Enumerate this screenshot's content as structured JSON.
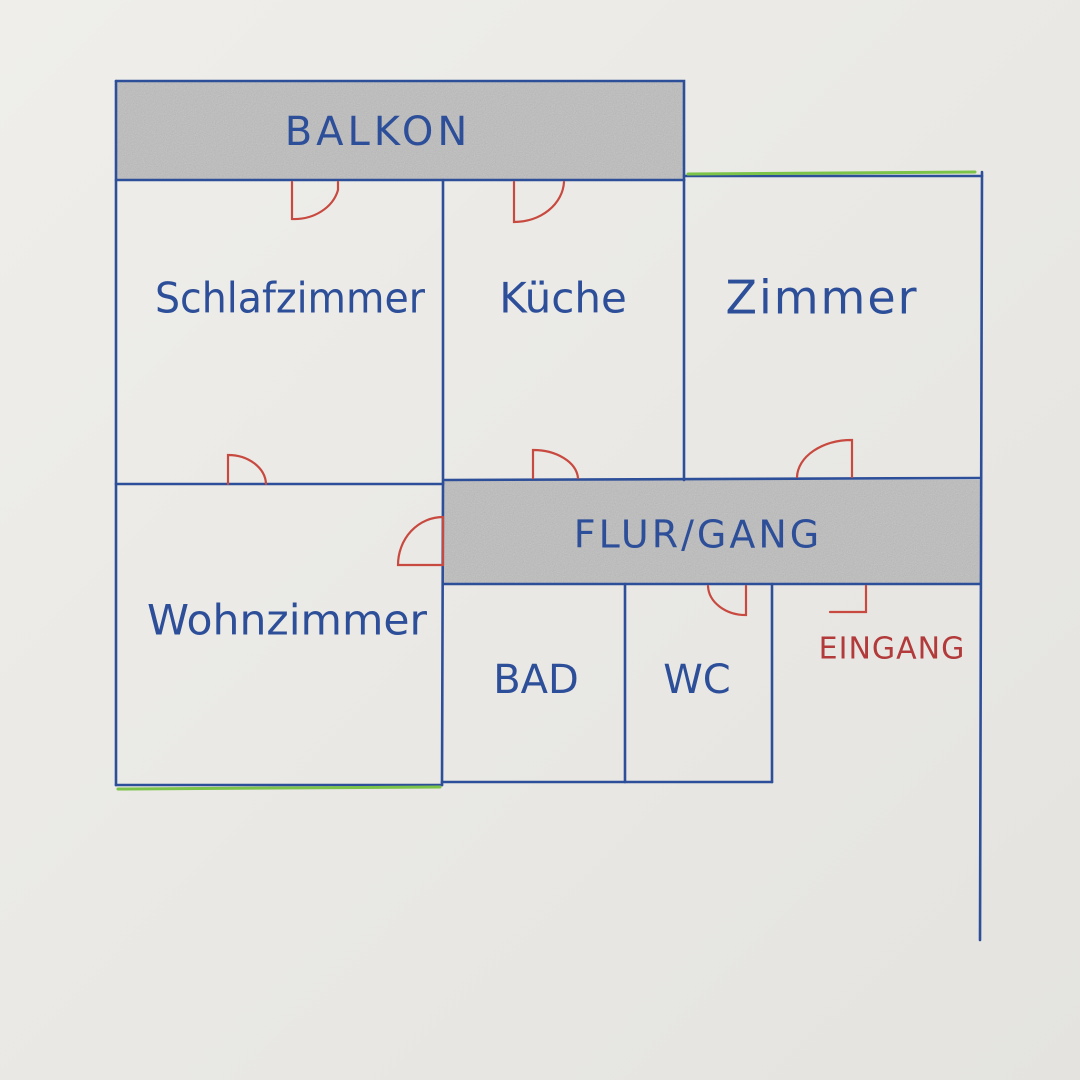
{
  "colors": {
    "wall": "#2d4e99",
    "door": "#c8493f",
    "window": "#7cc349",
    "shade": "#bdbdbd",
    "text": "#2d4e99",
    "entrance_text": "#b23a3a"
  },
  "rooms": {
    "balkon": "BALKON",
    "schlafzimmer": "Schlafzimmer",
    "kueche": "Küche",
    "zimmer": "Zimmer",
    "flur": "FLUR/GANG",
    "wohnzimmer": "Wohnzimmer",
    "bad": "BAD",
    "wc": "WC",
    "eingang": "EINGANG"
  }
}
